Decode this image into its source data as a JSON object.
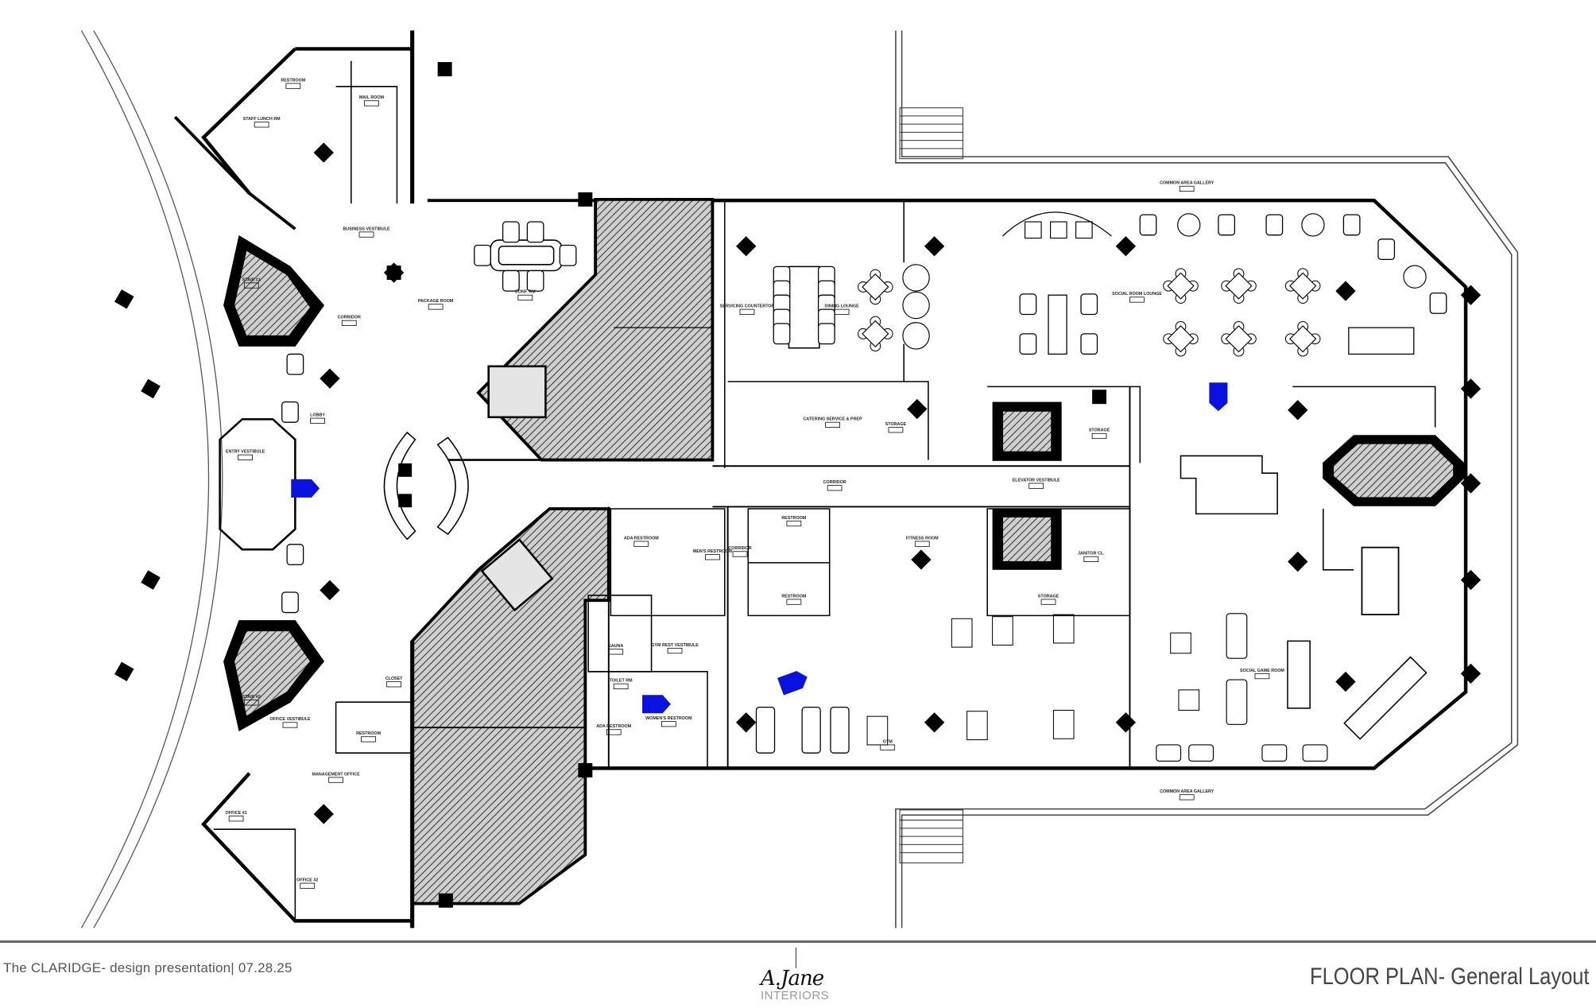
{
  "footer": {
    "project": "The CLARIDGE- design presentation| 07.28.25",
    "sheet_title": "FLOOR PLAN- General Layout",
    "logo_script": "A.Jane",
    "logo_sub": "INTERIORS"
  },
  "rooms": [
    {
      "label": "STAFF LUNCH RM"
    },
    {
      "label": "RESTROOM"
    },
    {
      "label": "MAIL ROOM"
    },
    {
      "label": "BUSINESS VESTIBULE"
    },
    {
      "label": "PACKAGE ROOM"
    },
    {
      "label": "CONF. RM"
    },
    {
      "label": "CORRIDOR"
    },
    {
      "label": "LOBBY"
    },
    {
      "label": "ENTRY VESTIBULE"
    },
    {
      "label": "STAIR #1"
    },
    {
      "label": "STAIR #2"
    },
    {
      "label": "SERVICING COUNTERTOP"
    },
    {
      "label": "DINING LOUNGE"
    },
    {
      "label": "CATERING SERVICE & PREP"
    },
    {
      "label": "STORAGE"
    },
    {
      "label": "SOCIAL ROOM LOUNGE"
    },
    {
      "label": "COMMON AREA GALLERY"
    },
    {
      "label": "COMMON AREA GALLERY"
    },
    {
      "label": "STORAGE"
    },
    {
      "label": "ELEVATOR VESTIBULE"
    },
    {
      "label": "CORRIDOR"
    },
    {
      "label": "FITNESS ROOM"
    },
    {
      "label": "RESTROOM"
    },
    {
      "label": "RESTROOM"
    },
    {
      "label": "CORRIDOR"
    },
    {
      "label": "JANITOR CL."
    },
    {
      "label": "STORAGE"
    },
    {
      "label": "ADA RESTROOM"
    },
    {
      "label": "MEN'S RESTROOM"
    },
    {
      "label": "SAUNA"
    },
    {
      "label": "GYM REST VESTIBULE"
    },
    {
      "label": "TOILET RM"
    },
    {
      "label": "ADA RESTROOM"
    },
    {
      "label": "WOMEN'S RESTROOM"
    },
    {
      "label": "MANAGEMENT OFFICE"
    },
    {
      "label": "RESTROOM"
    },
    {
      "label": "CLOSET"
    },
    {
      "label": "OFFICE VESTIBULE"
    },
    {
      "label": "OFFICE #1"
    },
    {
      "label": "OFFICE #2"
    },
    {
      "label": "SOCIAL GAME ROOM"
    },
    {
      "label": "GYM"
    }
  ],
  "colors": {
    "wall": "#000000",
    "marker": "#0a12e0",
    "hatch": "#333333"
  }
}
